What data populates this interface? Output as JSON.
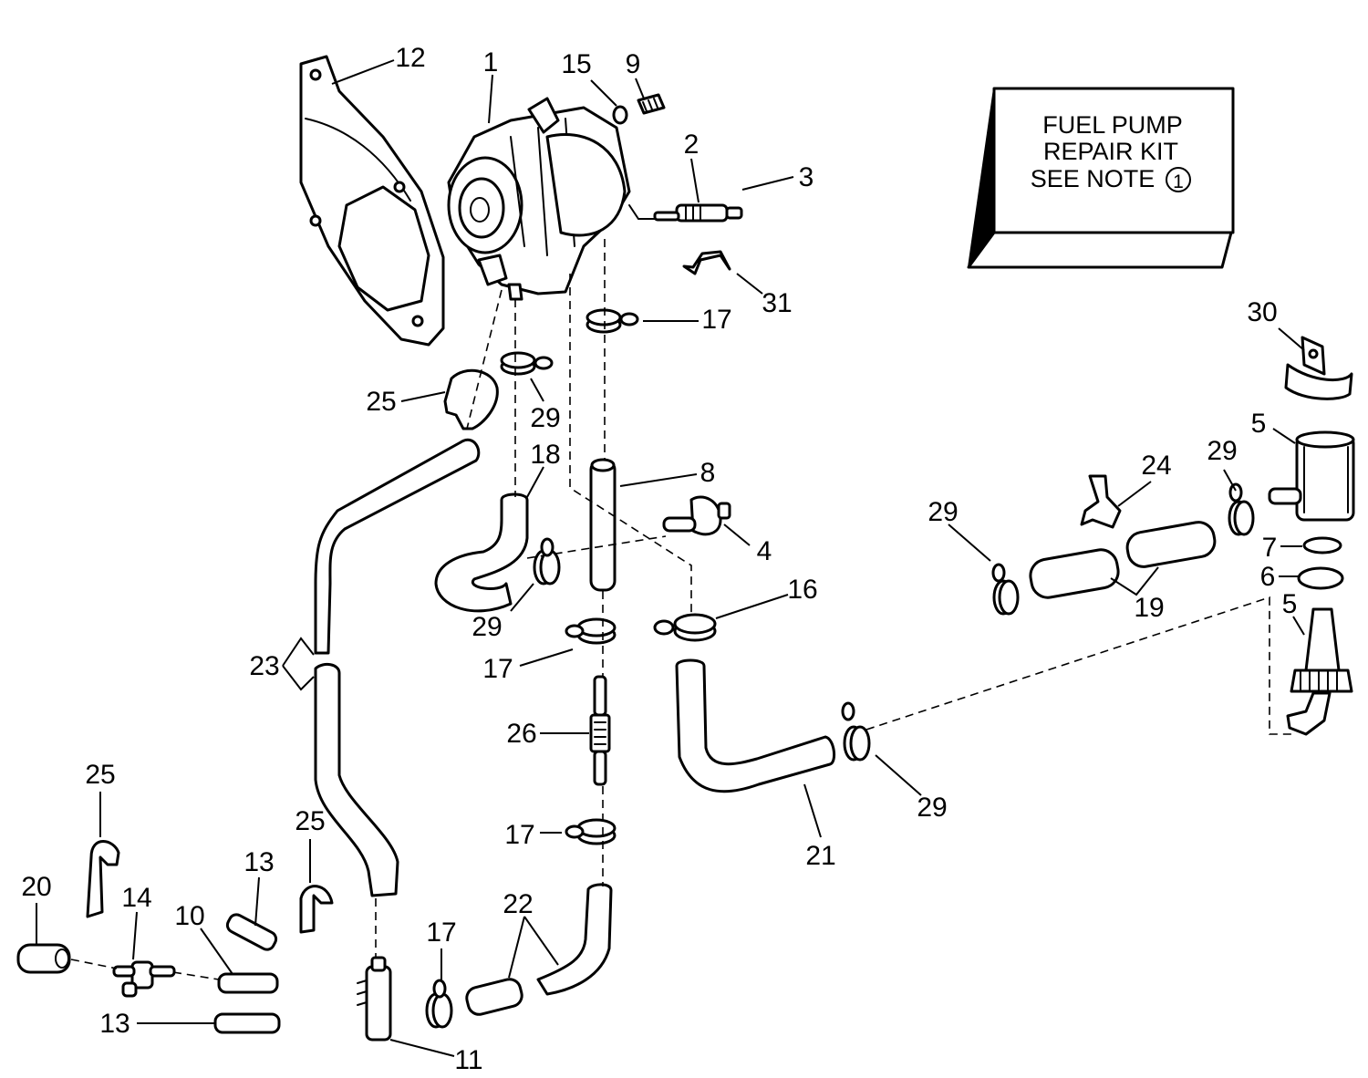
{
  "kit_box": {
    "line1": "FUEL PUMP",
    "line2": "REPAIR KIT",
    "line3": "SEE NOTE",
    "note_number": "1"
  },
  "callouts": {
    "c1": "1",
    "c2": "2",
    "c3": "3",
    "c4": "4",
    "c5a": "5",
    "c5b": "5",
    "c6": "6",
    "c7": "7",
    "c8": "8",
    "c9": "9",
    "c10": "10",
    "c11": "11",
    "c12": "12",
    "c13a": "13",
    "c13b": "13",
    "c14": "14",
    "c15": "15",
    "c16": "16",
    "c17a": "17",
    "c17b": "17",
    "c17c": "17",
    "c17d": "17",
    "c18": "18",
    "c19": "19",
    "c20": "20",
    "c21": "21",
    "c22": "22",
    "c23": "23",
    "c24": "24",
    "c25a": "25",
    "c25b": "25",
    "c25c": "25",
    "c26": "26",
    "c29a": "29",
    "c29b": "29",
    "c29c": "29",
    "c29d": "29",
    "c29e": "29",
    "c30": "30",
    "c31": "31"
  }
}
